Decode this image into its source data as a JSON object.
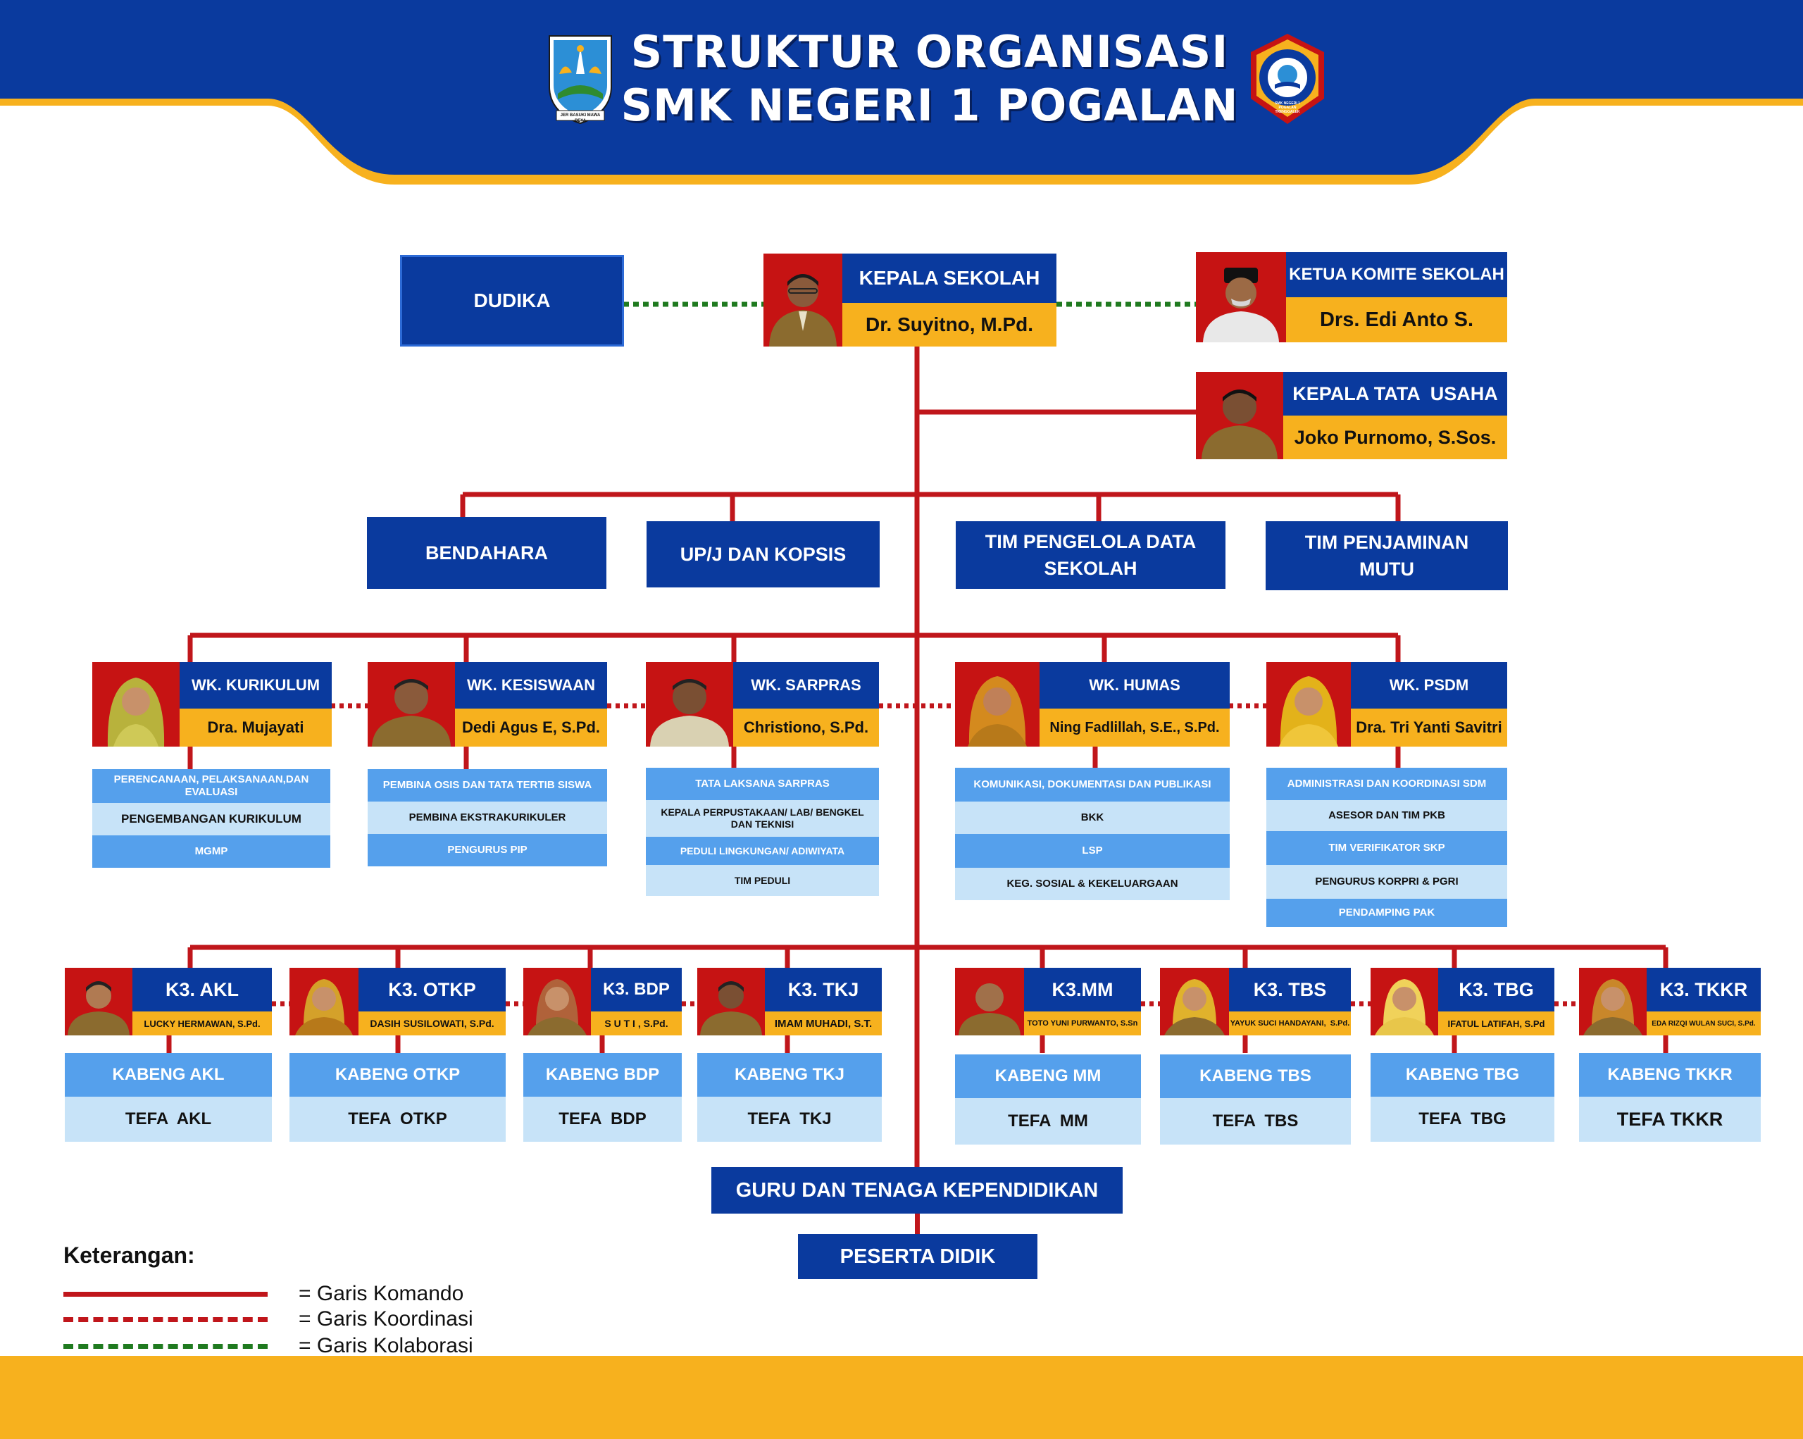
{
  "header": {
    "title_line1": "STRUKTUR ORGANISASI",
    "title_line2": "SMK NEGERI 1 POGALAN",
    "logo_left_text": "JER BASUKI MAWA BEYA",
    "logo_right_text": "SMK NEGERI 1 POGALAN TRENGGALEK"
  },
  "colors": {
    "navy": "#0a3a9e",
    "gold": "#f7b11e",
    "command_line": "#c0161b",
    "collab_line": "#1f7a1f",
    "task_blue": "#55a0ec",
    "task_light": "#c7e3f8"
  },
  "top": {
    "dudika": "DUDIKA",
    "kepsek": {
      "title": "KEPALA SEKOLAH",
      "name": "Dr. Suyitno, M.Pd."
    },
    "komite": {
      "title": "KETUA KOMITE SEKOLAH",
      "name": "Drs. Edi Anto S."
    },
    "tu": {
      "title": "KEPALA TATA  USAHA",
      "name": "Joko Purnomo, S.Sos."
    }
  },
  "units": [
    "BENDAHARA",
    "UP/J DAN KOPSIS",
    "TIM PENGELOLA DATA SEKOLAH",
    "TIM PENJAMINAN MUTU"
  ],
  "wakasek": [
    {
      "title": "WK. KURIKULUM",
      "name": "Dra. Mujayati",
      "tasks": [
        "PERENCANAAN, PELAKSANAAN,DAN EVALUASI",
        "PENGEMBANGAN KURIKULUM",
        "MGMP"
      ]
    },
    {
      "title": "WK. KESISWAAN",
      "name": "Dedi Agus E, S.Pd.",
      "tasks": [
        "PEMBINA OSIS DAN TATA TERTIB SISWA",
        "PEMBINA EKSTRAKURIKULER",
        "PENGURUS PIP"
      ]
    },
    {
      "title": "WK. SARPRAS",
      "name": "Christiono, S.Pd.",
      "tasks": [
        "TATA  LAKSANA SARPRAS",
        "KEPALA PERPUSTAKAAN/ LAB/ BENGKEL DAN TEKNISI",
        "PEDULI LINGKUNGAN/ ADIWIYATA",
        "TIM PEDULI"
      ]
    },
    {
      "title": "WK. HUMAS",
      "name": "Ning Fadlillah, S.E., S.Pd.",
      "tasks": [
        "KOMUNIKASI, DOKUMENTASI DAN PUBLIKASI",
        "BKK",
        "LSP",
        "KEG. SOSIAL & KEKELUARGAAN"
      ]
    },
    {
      "title": "WK. PSDM",
      "name": "Dra. Tri Yanti Savitri",
      "tasks": [
        "ADMINISTRASI DAN KOORDINASI SDM",
        "ASESOR DAN TIM PKB",
        "TIM VERIFIKATOR SKP",
        "PENGURUS KORPRI & PGRI",
        "PENDAMPING PAK"
      ]
    }
  ],
  "k3": [
    {
      "title": "K3. AKL",
      "name": "LUCKY HERMAWAN, S.Pd.",
      "kabeng": "KABENG AKL",
      "tefa": "TEFA  AKL"
    },
    {
      "title": "K3. OTKP",
      "name": "DASIH SUSILOWATI, S.Pd.",
      "kabeng": "KABENG OTKP",
      "tefa": "TEFA  OTKP"
    },
    {
      "title": "K3. BDP",
      "name": "S U T I , S.Pd.",
      "kabeng": "KABENG BDP",
      "tefa": "TEFA  BDP"
    },
    {
      "title": "K3. TKJ",
      "name": "IMAM MUHADI, S.T.",
      "kabeng": "KABENG TKJ",
      "tefa": "TEFA  TKJ"
    },
    {
      "title": "K3.MM",
      "name": "TOTO YUNI PURWANTO, S.Sn",
      "kabeng": "KABENG MM",
      "tefa": "TEFA  MM"
    },
    {
      "title": "K3. TBS",
      "name": "YAYUK SUCI HANDAYANI,  S.Pd.",
      "kabeng": "KABENG TBS",
      "tefa": "TEFA  TBS"
    },
    {
      "title": "K3. TBG",
      "name": "IFATUL LATIFAH, S.Pd",
      "kabeng": "KABENG TBG",
      "tefa": "TEFA  TBG"
    },
    {
      "title": "K3. TKKR",
      "name": "EDA RIZQI WULAN SUCI, S.Pd.",
      "kabeng": "KABENG TKKR",
      "tefa": "TEFA TKKR"
    }
  ],
  "bottom": {
    "guru": "GURU DAN TENAGA KEPENDIDIKAN",
    "siswa": "PESERTA DIDIK"
  },
  "legend": {
    "title": "Keterangan:",
    "items": [
      {
        "label": "= Garis Komando",
        "style": "solid-red"
      },
      {
        "label": "= Garis Koordinasi",
        "style": "dotted-red"
      },
      {
        "label": "= Garis Kolaborasi",
        "style": "dotted-green"
      }
    ]
  }
}
